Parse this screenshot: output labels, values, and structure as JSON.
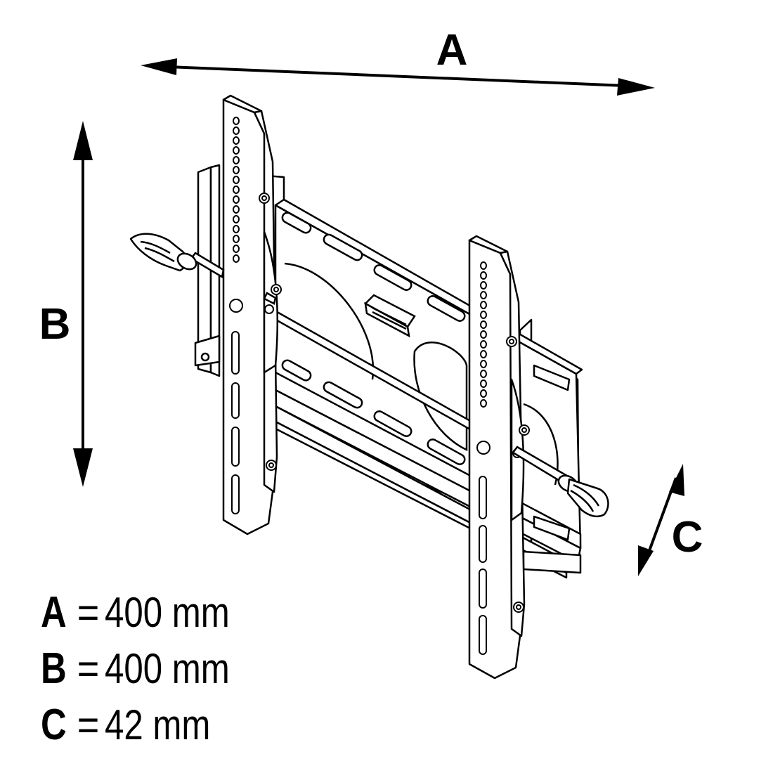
{
  "dimensions": {
    "a": {
      "letter": "A",
      "value": "400 mm"
    },
    "b": {
      "letter": "B",
      "value": "400 mm"
    },
    "c": {
      "letter": "C",
      "value": "42 mm"
    }
  },
  "legend_equals": "="
}
